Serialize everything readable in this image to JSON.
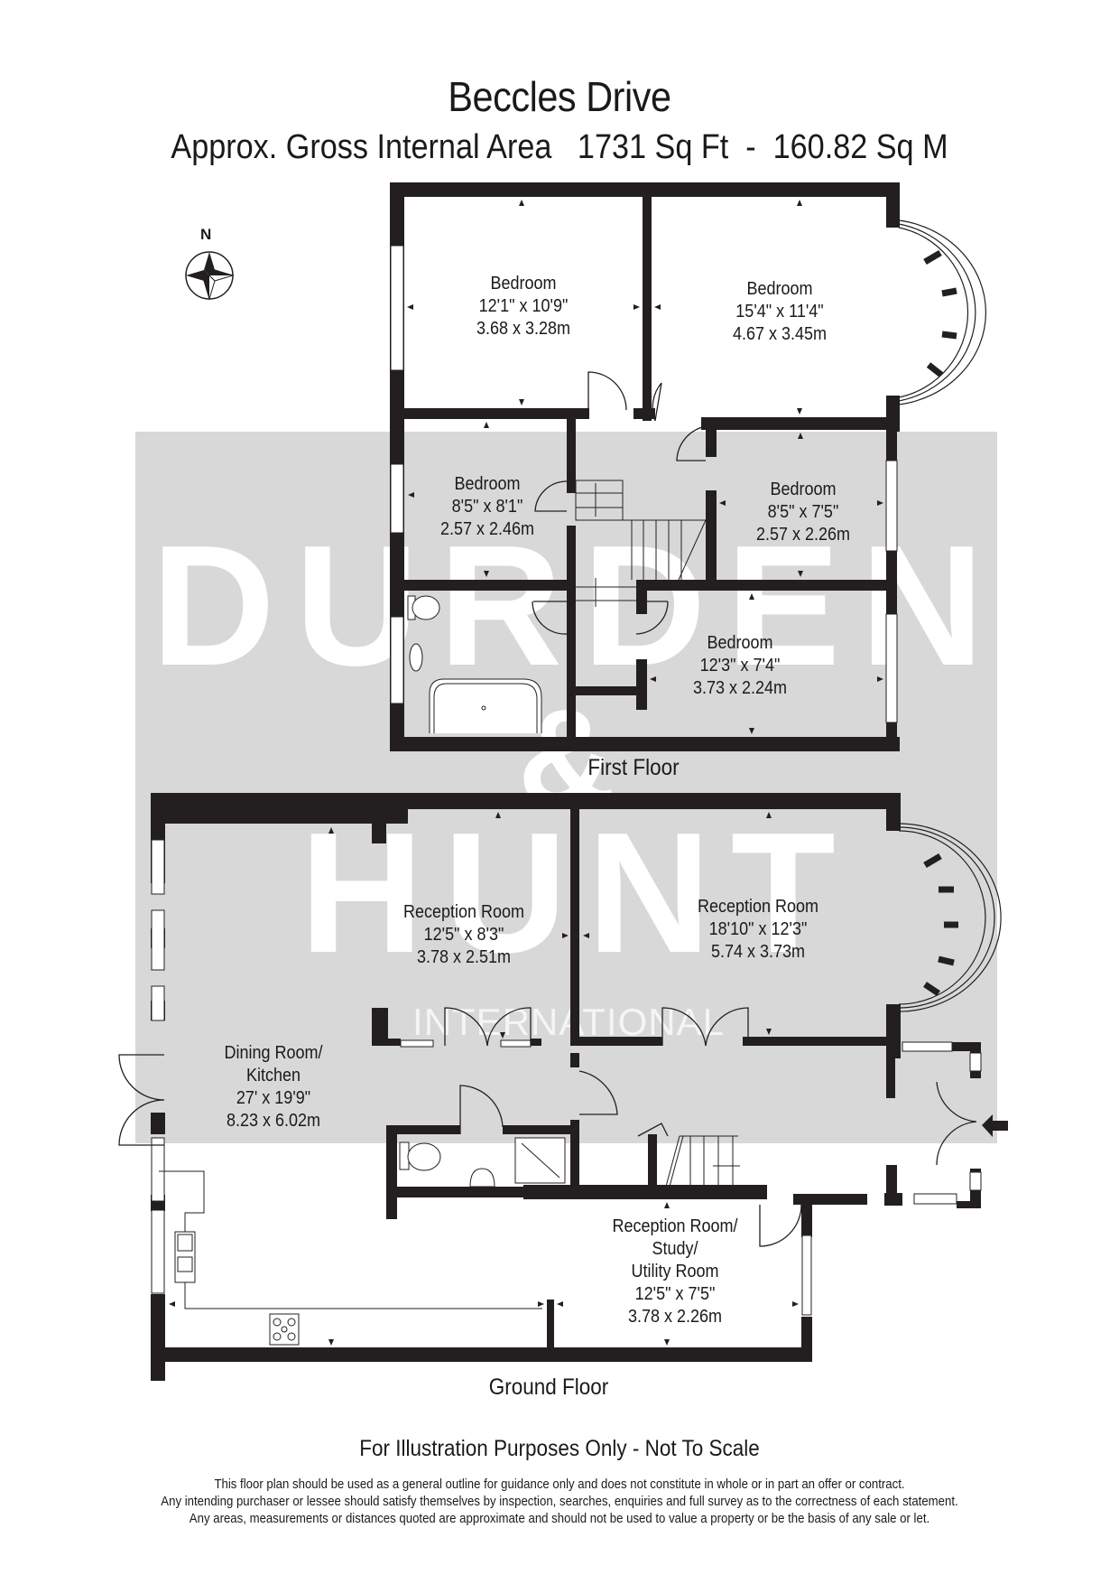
{
  "header": {
    "title": "Beccles Drive",
    "area_line": "Approx. Gross Internal Area   1731 Sq Ft  -  160.82 Sq M"
  },
  "compass": {
    "label": "N",
    "icon": "compass-rose-icon"
  },
  "watermark": {
    "line1": "DURDEN",
    "line2": "&",
    "line3": "HUNT",
    "line4": "INTERNATIONAL",
    "background": "#d8d8d8"
  },
  "first_floor": {
    "label": "First Floor",
    "rooms": [
      {
        "name": "Bedroom",
        "imperial": "12'1\" x 10'9\"",
        "metric": "3.68 x 3.28m"
      },
      {
        "name": "Bedroom",
        "imperial": "15'4\" x 11'4\"",
        "metric": "4.67 x 3.45m"
      },
      {
        "name": "Bedroom",
        "imperial": "8'5\" x 8'1\"",
        "metric": "2.57 x 2.46m"
      },
      {
        "name": "Bedroom",
        "imperial": "8'5\" x 7'5\"",
        "metric": "2.57 x 2.26m"
      },
      {
        "name": "Bedroom",
        "imperial": "12'3\" x 7'4\"",
        "metric": "3.73 x 2.24m"
      }
    ]
  },
  "ground_floor": {
    "label": "Ground Floor",
    "rooms": [
      {
        "name": "Reception Room",
        "imperial": "12'5\" x 8'3\"",
        "metric": "3.78 x 2.51m"
      },
      {
        "name": "Reception Room",
        "imperial": "18'10\" x 12'3\"",
        "metric": "5.74 x 3.73m"
      },
      {
        "name": "Dining Room/",
        "name2": "Kitchen",
        "imperial": "27' x 19'9\"",
        "metric": "8.23 x 6.02m"
      },
      {
        "name": "Reception Room/",
        "name2": "Study/",
        "name3": "Utility Room",
        "imperial": "12'5\" x 7'5\"",
        "metric": "3.78 x 2.26m"
      }
    ]
  },
  "footer": {
    "note": "For Illustration Purposes Only - Not To Scale",
    "disclaimer": [
      "This floor plan should be used as a general outline for guidance only and does not constitute in whole or in part an offer or contract.",
      "Any intending purchaser or lessee should satisfy themselves by inspection, searches, enquiries and full survey as to the correctness of each statement.",
      "Any areas, measurements or distances quoted are approximate and should not be used to value a property or be the basis of any sale or let."
    ]
  },
  "colors": {
    "wall": "#231f20",
    "watermark_bg": "#d8d8d8",
    "text": "#1a1a1a"
  }
}
